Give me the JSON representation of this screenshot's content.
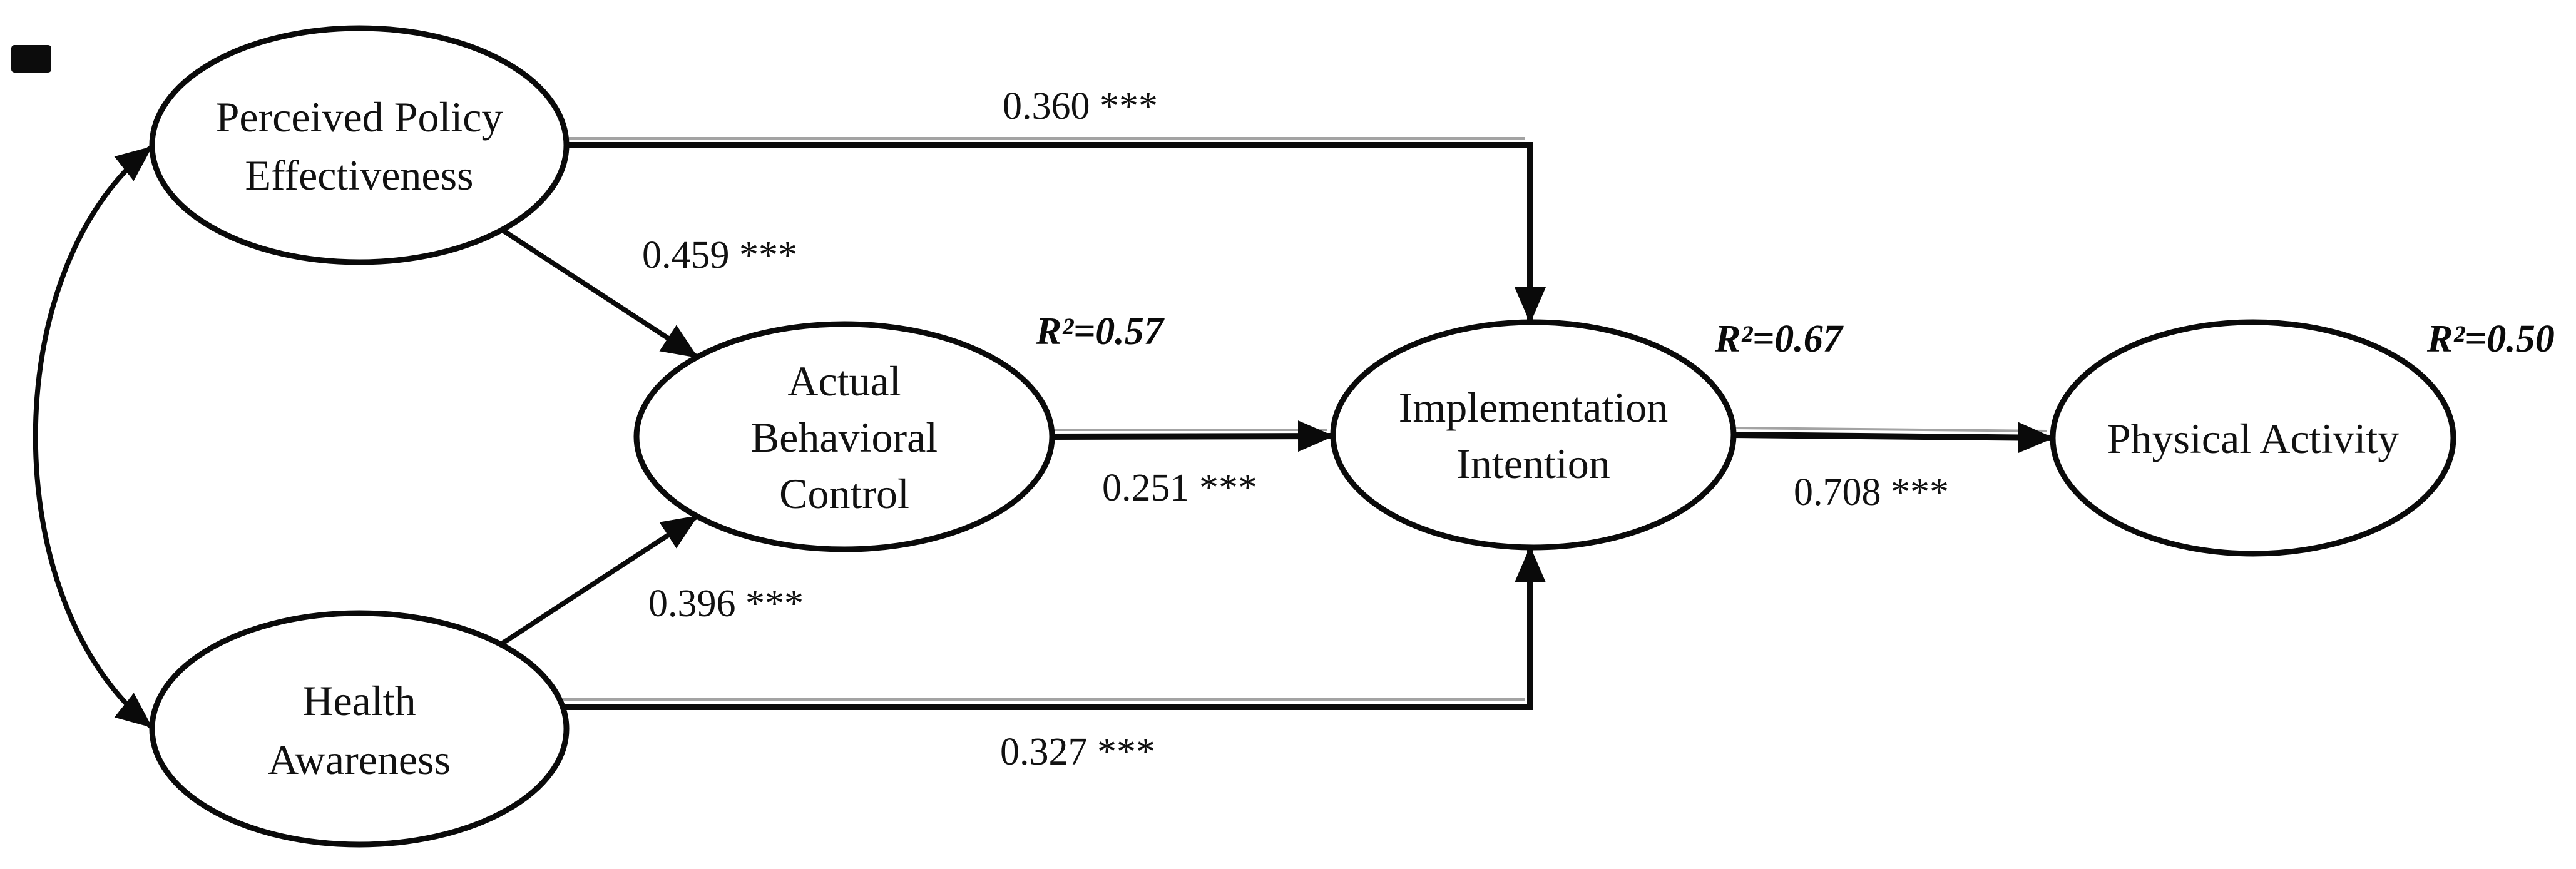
{
  "figure": {
    "kind": "structural-equation-path-diagram",
    "colors": {
      "background": "#ffffff",
      "ink": "#0a0a0a",
      "ghost_line": "#a3a3a3"
    }
  },
  "nodes": {
    "ppe": {
      "lines": [
        "Perceived Policy",
        "Effectiveness"
      ]
    },
    "ha": {
      "lines": [
        "Health",
        "Awareness"
      ]
    },
    "abc": {
      "lines": [
        "Actual",
        "Behavioral",
        "Control"
      ],
      "r2": "R²=0.57"
    },
    "ii": {
      "lines": [
        "Implementation",
        "Intention"
      ],
      "r2": "R²=0.67"
    },
    "pa": {
      "lines": [
        "Physical Activity"
      ],
      "r2": "R²=0.50"
    }
  },
  "paths": {
    "ppe_ii": {
      "coefficient": "0.360",
      "significance": "***",
      "label": "0.360 ***"
    },
    "ppe_abc": {
      "coefficient": "0.459",
      "significance": "***",
      "label": "0.459 ***"
    },
    "ha_abc": {
      "coefficient": "0.396",
      "significance": "***",
      "label": "0.396 ***"
    },
    "abc_ii": {
      "coefficient": "0.251",
      "significance": "***",
      "label": "0.251 ***"
    },
    "ha_ii": {
      "coefficient": "0.327",
      "significance": "***",
      "label": "0.327 ***"
    },
    "ii_pa": {
      "coefficient": "0.708",
      "significance": "***",
      "label": "0.708 ***"
    },
    "ppe_ha": {
      "type": "covariance-double-arrow"
    }
  }
}
